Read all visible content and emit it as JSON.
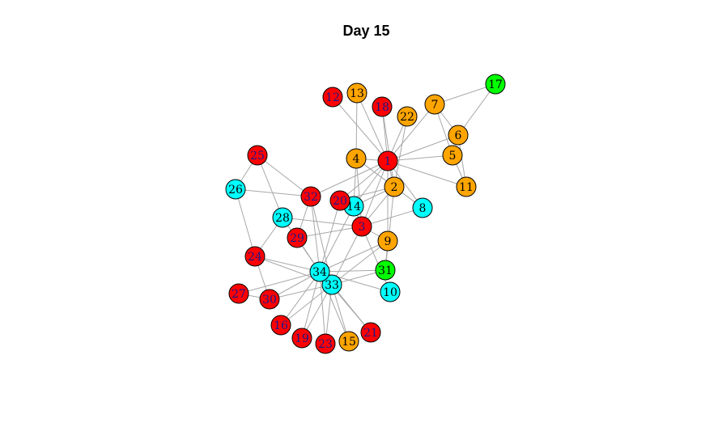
{
  "title": "Day 15",
  "colors": {
    "red": "#ff0000",
    "orange": "#ffa500",
    "cyan": "#00ffff",
    "green": "#00ff00"
  },
  "nodes": [
    {
      "id": "1",
      "color": "red"
    },
    {
      "id": "2",
      "color": "orange"
    },
    {
      "id": "3",
      "color": "red"
    },
    {
      "id": "4",
      "color": "orange"
    },
    {
      "id": "5",
      "color": "orange"
    },
    {
      "id": "6",
      "color": "orange"
    },
    {
      "id": "7",
      "color": "orange"
    },
    {
      "id": "8",
      "color": "cyan"
    },
    {
      "id": "9",
      "color": "orange"
    },
    {
      "id": "10",
      "color": "cyan"
    },
    {
      "id": "11",
      "color": "orange"
    },
    {
      "id": "12",
      "color": "red"
    },
    {
      "id": "13",
      "color": "orange"
    },
    {
      "id": "14",
      "color": "cyan"
    },
    {
      "id": "15",
      "color": "orange"
    },
    {
      "id": "16",
      "color": "red"
    },
    {
      "id": "17",
      "color": "green"
    },
    {
      "id": "18",
      "color": "red"
    },
    {
      "id": "19",
      "color": "red"
    },
    {
      "id": "20",
      "color": "red"
    },
    {
      "id": "21",
      "color": "red"
    },
    {
      "id": "22",
      "color": "orange"
    },
    {
      "id": "23",
      "color": "red"
    },
    {
      "id": "24",
      "color": "red"
    },
    {
      "id": "25",
      "color": "red"
    },
    {
      "id": "26",
      "color": "cyan"
    },
    {
      "id": "27",
      "color": "red"
    },
    {
      "id": "28",
      "color": "cyan"
    },
    {
      "id": "29",
      "color": "red"
    },
    {
      "id": "30",
      "color": "red"
    },
    {
      "id": "31",
      "color": "green"
    },
    {
      "id": "32",
      "color": "red"
    },
    {
      "id": "33",
      "color": "cyan"
    },
    {
      "id": "34",
      "color": "cyan"
    }
  ],
  "edges": [
    [
      "1",
      "2"
    ],
    [
      "1",
      "3"
    ],
    [
      "1",
      "4"
    ],
    [
      "1",
      "5"
    ],
    [
      "1",
      "6"
    ],
    [
      "1",
      "7"
    ],
    [
      "1",
      "8"
    ],
    [
      "1",
      "9"
    ],
    [
      "1",
      "11"
    ],
    [
      "1",
      "12"
    ],
    [
      "1",
      "13"
    ],
    [
      "1",
      "14"
    ],
    [
      "1",
      "18"
    ],
    [
      "1",
      "20"
    ],
    [
      "1",
      "22"
    ],
    [
      "1",
      "32"
    ],
    [
      "2",
      "3"
    ],
    [
      "2",
      "4"
    ],
    [
      "2",
      "8"
    ],
    [
      "2",
      "14"
    ],
    [
      "2",
      "18"
    ],
    [
      "2",
      "20"
    ],
    [
      "2",
      "22"
    ],
    [
      "2",
      "31"
    ],
    [
      "3",
      "4"
    ],
    [
      "3",
      "8"
    ],
    [
      "3",
      "9"
    ],
    [
      "3",
      "10"
    ],
    [
      "3",
      "14"
    ],
    [
      "3",
      "28"
    ],
    [
      "3",
      "29"
    ],
    [
      "3",
      "33"
    ],
    [
      "4",
      "8"
    ],
    [
      "4",
      "13"
    ],
    [
      "4",
      "14"
    ],
    [
      "5",
      "7"
    ],
    [
      "5",
      "11"
    ],
    [
      "6",
      "7"
    ],
    [
      "6",
      "11"
    ],
    [
      "6",
      "17"
    ],
    [
      "7",
      "17"
    ],
    [
      "9",
      "31"
    ],
    [
      "9",
      "33"
    ],
    [
      "9",
      "34"
    ],
    [
      "10",
      "34"
    ],
    [
      "14",
      "34"
    ],
    [
      "15",
      "33"
    ],
    [
      "15",
      "34"
    ],
    [
      "16",
      "33"
    ],
    [
      "16",
      "34"
    ],
    [
      "19",
      "33"
    ],
    [
      "19",
      "34"
    ],
    [
      "20",
      "34"
    ],
    [
      "21",
      "33"
    ],
    [
      "21",
      "34"
    ],
    [
      "23",
      "33"
    ],
    [
      "23",
      "34"
    ],
    [
      "24",
      "26"
    ],
    [
      "24",
      "28"
    ],
    [
      "24",
      "30"
    ],
    [
      "24",
      "33"
    ],
    [
      "24",
      "34"
    ],
    [
      "25",
      "26"
    ],
    [
      "25",
      "28"
    ],
    [
      "25",
      "32"
    ],
    [
      "26",
      "32"
    ],
    [
      "27",
      "30"
    ],
    [
      "27",
      "34"
    ],
    [
      "28",
      "34"
    ],
    [
      "29",
      "32"
    ],
    [
      "29",
      "34"
    ],
    [
      "30",
      "33"
    ],
    [
      "30",
      "34"
    ],
    [
      "31",
      "33"
    ],
    [
      "31",
      "34"
    ],
    [
      "32",
      "33"
    ],
    [
      "32",
      "34"
    ],
    [
      "33",
      "34"
    ]
  ]
}
